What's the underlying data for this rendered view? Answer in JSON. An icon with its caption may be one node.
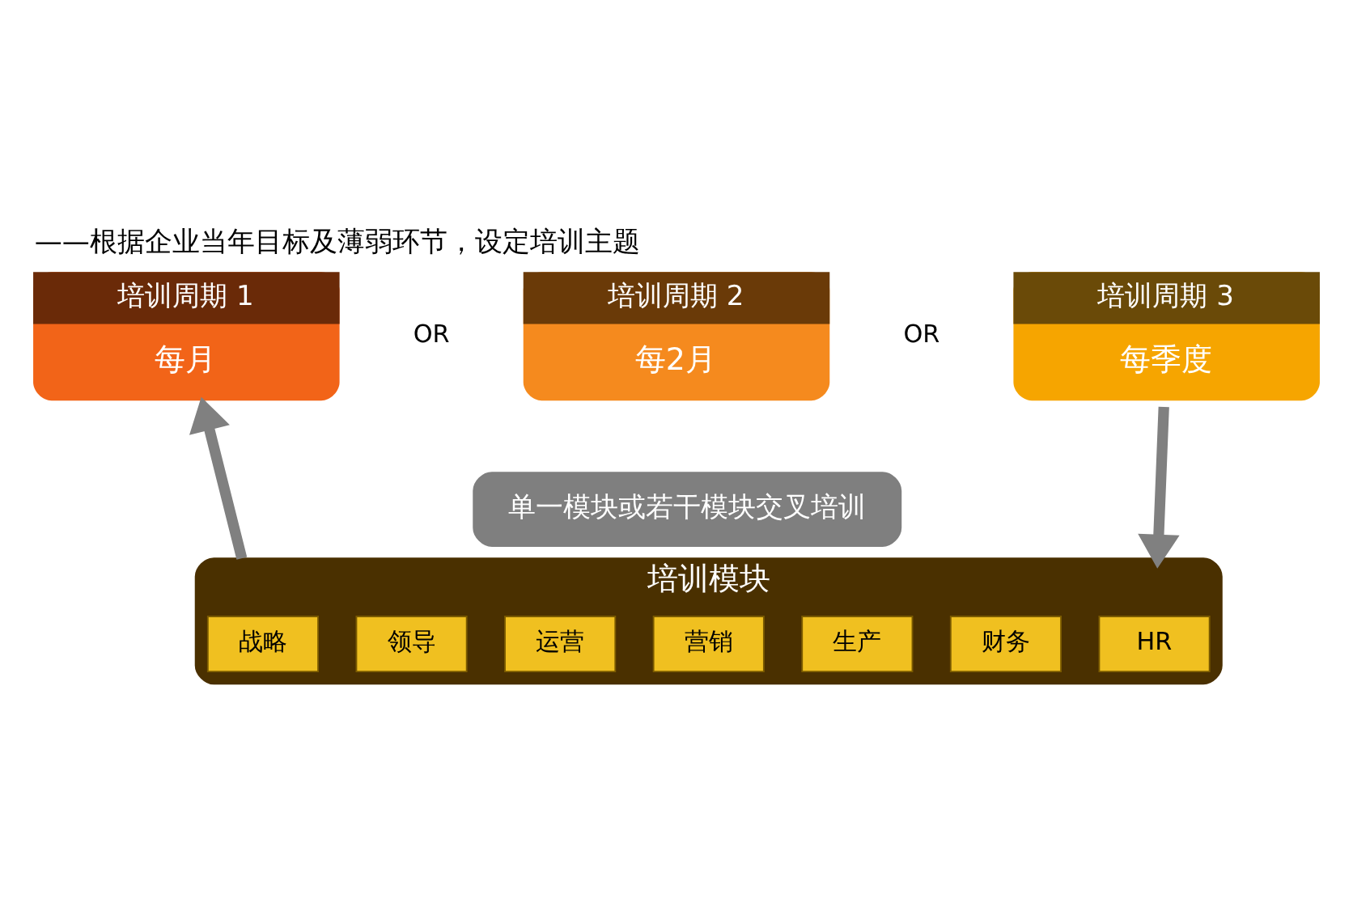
{
  "diagram": {
    "title": "——根据企业当年目标及薄弱环节，设定培训主题",
    "nodes": [
      {
        "text": [
          "培训周期 1",
          "每月"
        ]
      },
      {
        "text": [
          "培训周期 2",
          "每2月"
        ]
      },
      {
        "text": [
          "培训周期 3",
          "每季度"
        ]
      },
      {
        "text": [
          "单一模块或若干模块交叉培训"
        ]
      },
      {
        "text": [
          "培训模块"
        ]
      },
      {
        "text": [
          "战略"
        ],
        "in": 4
      },
      {
        "text": [
          "领导"
        ],
        "in": 4
      },
      {
        "text": [
          "运营"
        ],
        "in": 4
      },
      {
        "text": [
          "营销"
        ],
        "in": 4
      },
      {
        "text": [
          "生产"
        ],
        "in": 4
      },
      {
        "text": [
          "财务"
        ],
        "in": 4
      },
      {
        "text": [
          "HR"
        ],
        "in": 4
      }
    ],
    "edges": [
      {
        "from": 2,
        "to": 4,
        "arrow": "to"
      },
      {
        "from": 4,
        "to": 0,
        "arrow": "to"
      }
    ],
    "labels": [
      "OR",
      "OR"
    ]
  }
}
